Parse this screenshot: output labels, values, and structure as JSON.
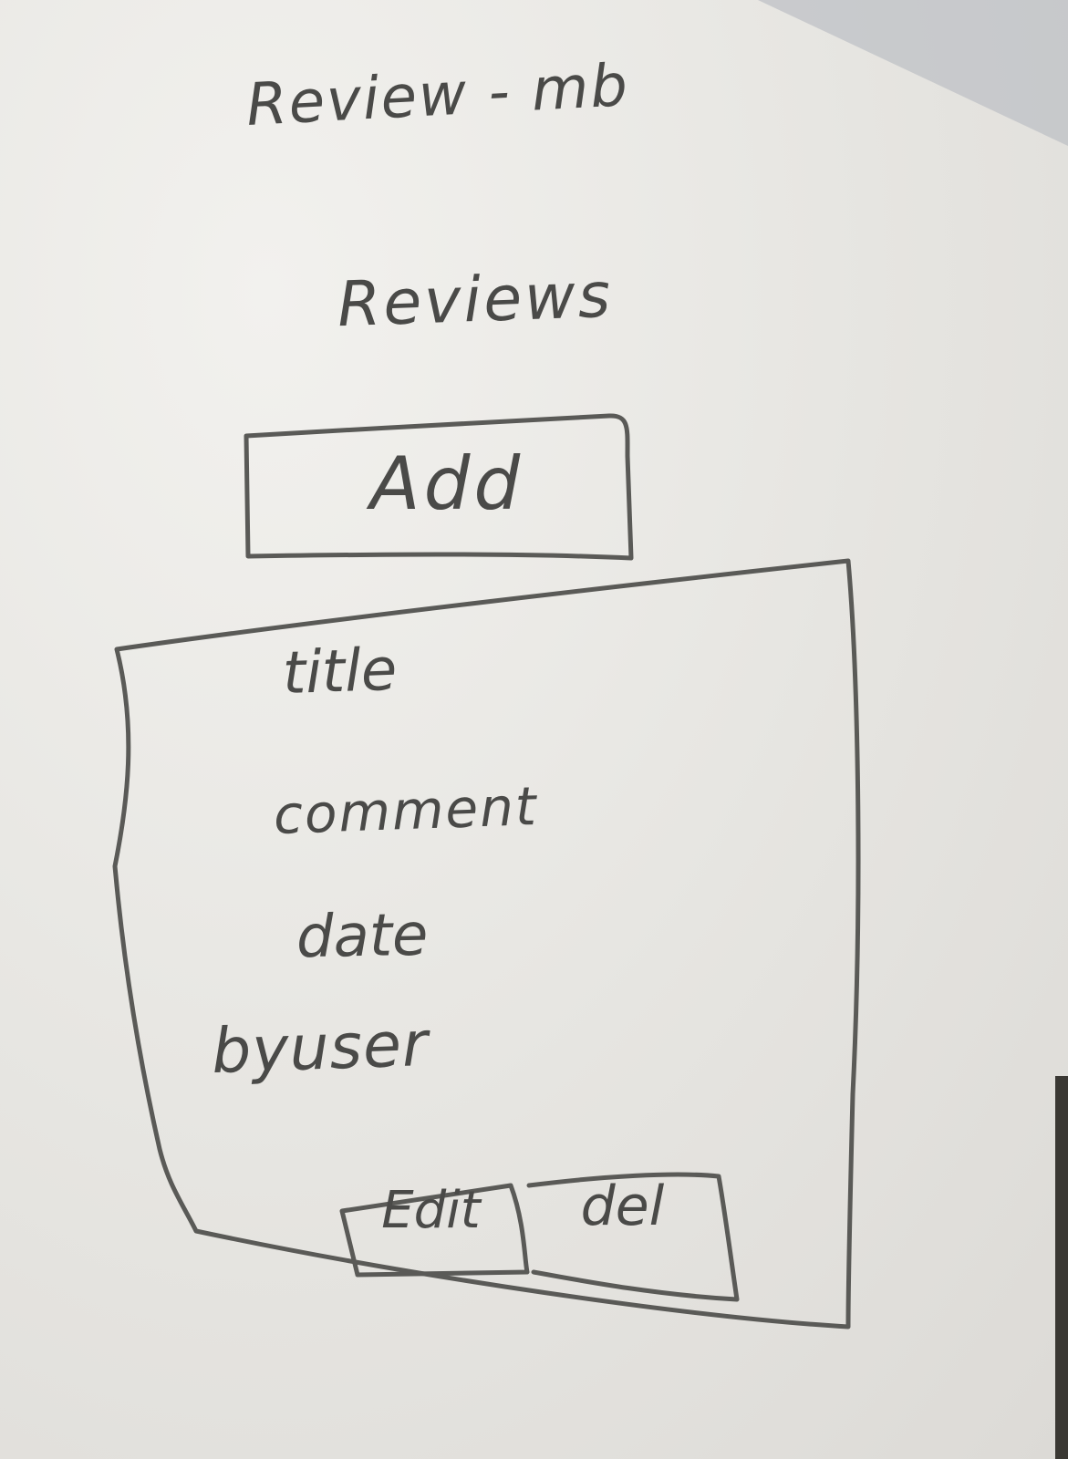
{
  "page": {
    "app_title": "Review - mb",
    "heading": "Reviews"
  },
  "toolbar": {
    "add_label": "Add"
  },
  "review_card": {
    "fields": {
      "title": "title",
      "comment": "comment",
      "date": "date",
      "user": "byuser"
    },
    "actions": {
      "edit_label": "Edit",
      "delete_label": "del"
    }
  },
  "colors": {
    "paper": "#e9e8e4",
    "pencil": "#4a4a48"
  }
}
